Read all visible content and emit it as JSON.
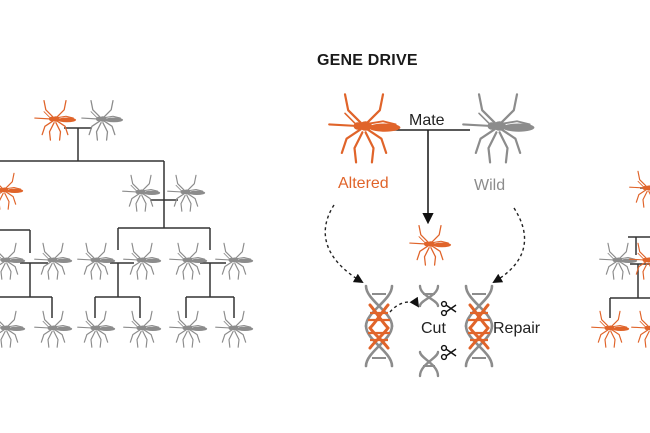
{
  "diagram": {
    "title": "GENE DRIVE",
    "labels": {
      "mate": "Mate",
      "altered": "Altered",
      "wild": "Wild",
      "cut": "Cut",
      "repair": "Repair"
    }
  },
  "colors": {
    "altered": "#e0642a",
    "wild": "#8c8c8c",
    "line": "#333333"
  },
  "icons": [
    "mosquito-icon",
    "dna-icon",
    "scissors-icon"
  ]
}
